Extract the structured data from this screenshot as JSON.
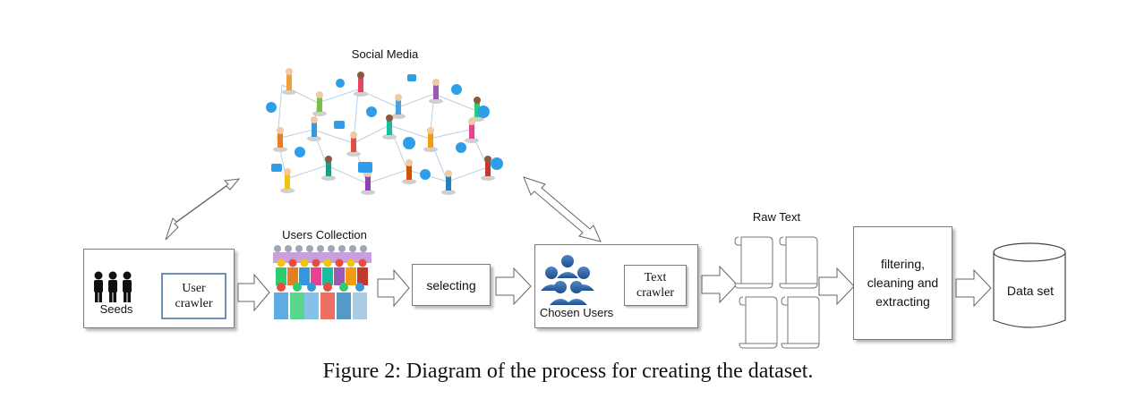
{
  "social_media": {
    "title": "Social Media"
  },
  "seeds": {
    "label": "Seeds",
    "crawler_label": "User crawler"
  },
  "users_collection": {
    "label": "Users Collection"
  },
  "selecting": {
    "label": "selecting"
  },
  "chosen_users": {
    "label": "Chosen Users",
    "crawler_label": "Text crawler"
  },
  "raw_text": {
    "label": "Raw Text"
  },
  "filtering": {
    "label": "filtering, cleaning and extracting"
  },
  "dataset": {
    "label": "Data set"
  },
  "caption": "Figure 2: Diagram of the process for creating the dataset."
}
